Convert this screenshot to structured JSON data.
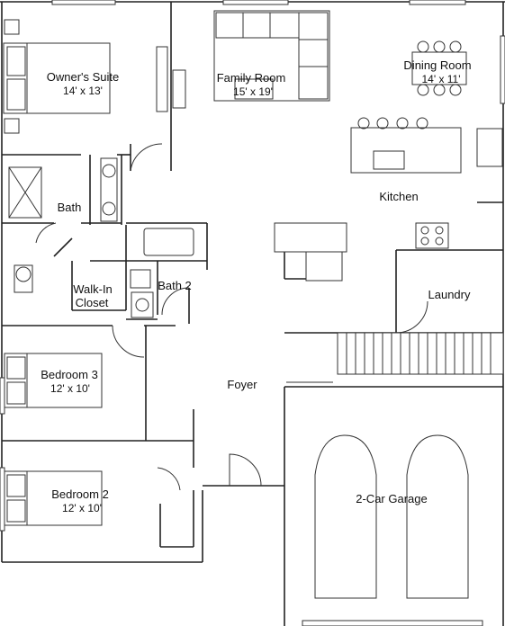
{
  "plan": {
    "rooms": [
      {
        "id": "owners-suite",
        "name": "Owner's Suite",
        "size": "14' x 13'"
      },
      {
        "id": "family-room",
        "name": "Family Room",
        "size": "15' x 19'"
      },
      {
        "id": "dining-room",
        "name": "Dining Room",
        "size": "14' x 11'"
      },
      {
        "id": "kitchen",
        "name": "Kitchen",
        "size": ""
      },
      {
        "id": "bath",
        "name": "Bath",
        "size": ""
      },
      {
        "id": "walk-in-closet",
        "name": "Walk-In",
        "name2": "Closet",
        "size": ""
      },
      {
        "id": "bath-2",
        "name": "Bath 2",
        "size": ""
      },
      {
        "id": "laundry",
        "name": "Laundry",
        "size": ""
      },
      {
        "id": "bedroom-3",
        "name": "Bedroom 3",
        "size": "12' x 10'"
      },
      {
        "id": "foyer",
        "name": "Foyer",
        "size": ""
      },
      {
        "id": "bedroom-2",
        "name": "Bedroom 2",
        "size": "12' x 10'"
      },
      {
        "id": "garage",
        "name": "2-Car Garage",
        "size": ""
      }
    ]
  }
}
